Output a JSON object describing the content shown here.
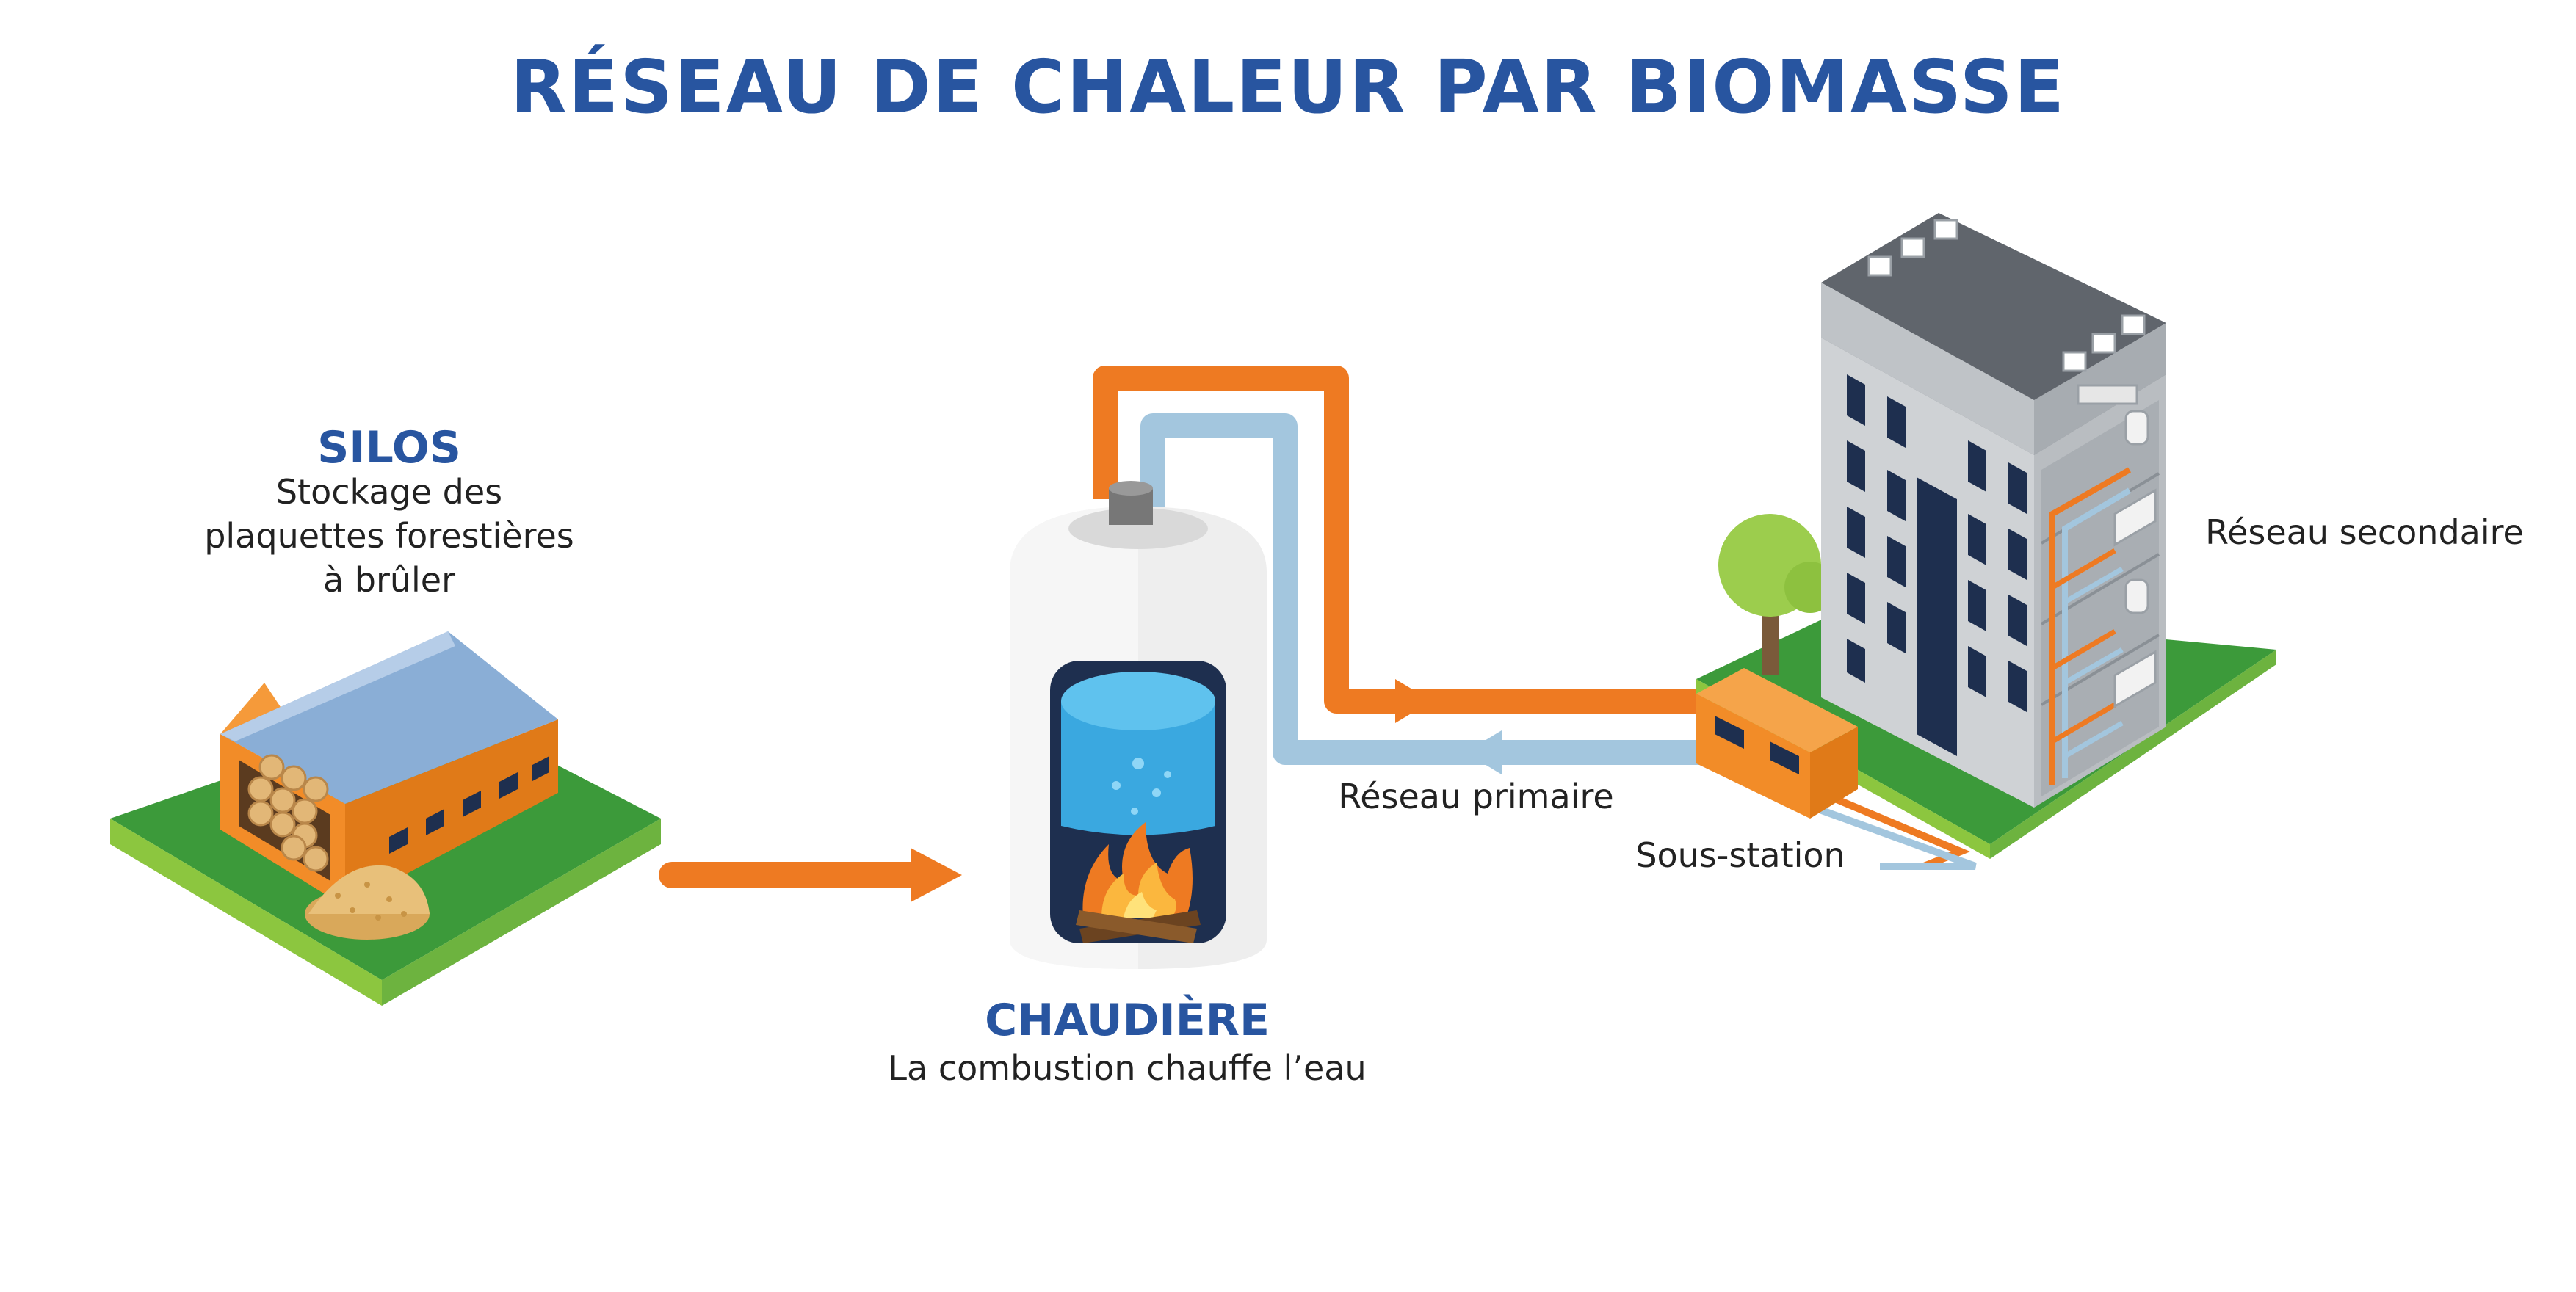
{
  "title": "RÉSEAU DE CHALEUR PAR BIOMASSE",
  "silos": {
    "heading": "SILOS",
    "lines": [
      "Stockage des",
      "plaquettes forestières",
      "à brûler"
    ]
  },
  "chaudiere": {
    "heading": "CHAUDIÈRE",
    "text": "La combustion chauffe l’eau"
  },
  "reseau_primaire": "Réseau primaire",
  "sous_station": "Sous-station",
  "reseau_secondaire": "Réseau secondaire",
  "colors": {
    "title_blue": "#2855a0",
    "hot_pipe": "#ee7a22",
    "cold_pipe": "#a3c6de",
    "grass": "#3c9a3a",
    "grass_edge": "#8cc63f",
    "building_orange": "#f28c28",
    "roof_blue": "#8aaed6",
    "water": "#3aa8e0",
    "boiler_dark": "#1e2f4f"
  },
  "icons": [
    "warehouse-icon",
    "wood-chip-pile-icon",
    "boiler-icon",
    "flame-icon",
    "building-icon",
    "tree-icon",
    "radiator-icon"
  ]
}
